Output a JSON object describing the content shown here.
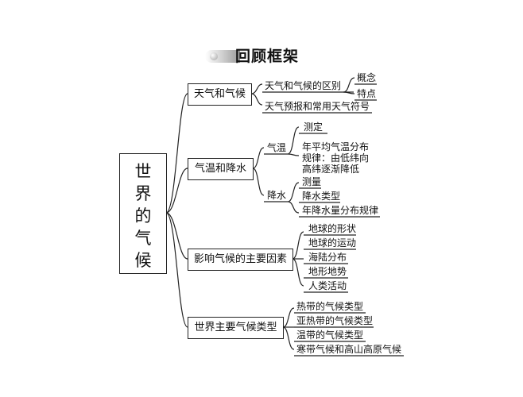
{
  "header": {
    "title": "回顾框架"
  },
  "root": {
    "label": "世界的气候",
    "chars": [
      "世",
      "界",
      "的",
      "气",
      "候"
    ]
  },
  "branches": [
    {
      "label": "天气和气候",
      "children": [
        {
          "label": "天气和气候的区别",
          "children": [
            "概念",
            "特点"
          ]
        },
        {
          "label": "天气预报和常用天气符号"
        }
      ]
    },
    {
      "label": "气温和降水",
      "children": [
        {
          "label": "气温",
          "children": [
            "测定",
            "年平均气温分布",
            "规律：由低纬向",
            "高纬逐渐降低"
          ]
        },
        {
          "label": "降水",
          "children": [
            "测量",
            "降水类型",
            "年降水量分布规律"
          ]
        }
      ]
    },
    {
      "label": "影响气候的主要因素",
      "children": [
        "地球的形状",
        "地球的运动",
        "海陆分布",
        "地形地势",
        "人类活动"
      ]
    },
    {
      "label": "世界主要气候类型",
      "children": [
        "热带的气候类型",
        "亚热带的气候类型",
        "温带的气候类型",
        "寒带气候和高山高原气候"
      ]
    }
  ]
}
